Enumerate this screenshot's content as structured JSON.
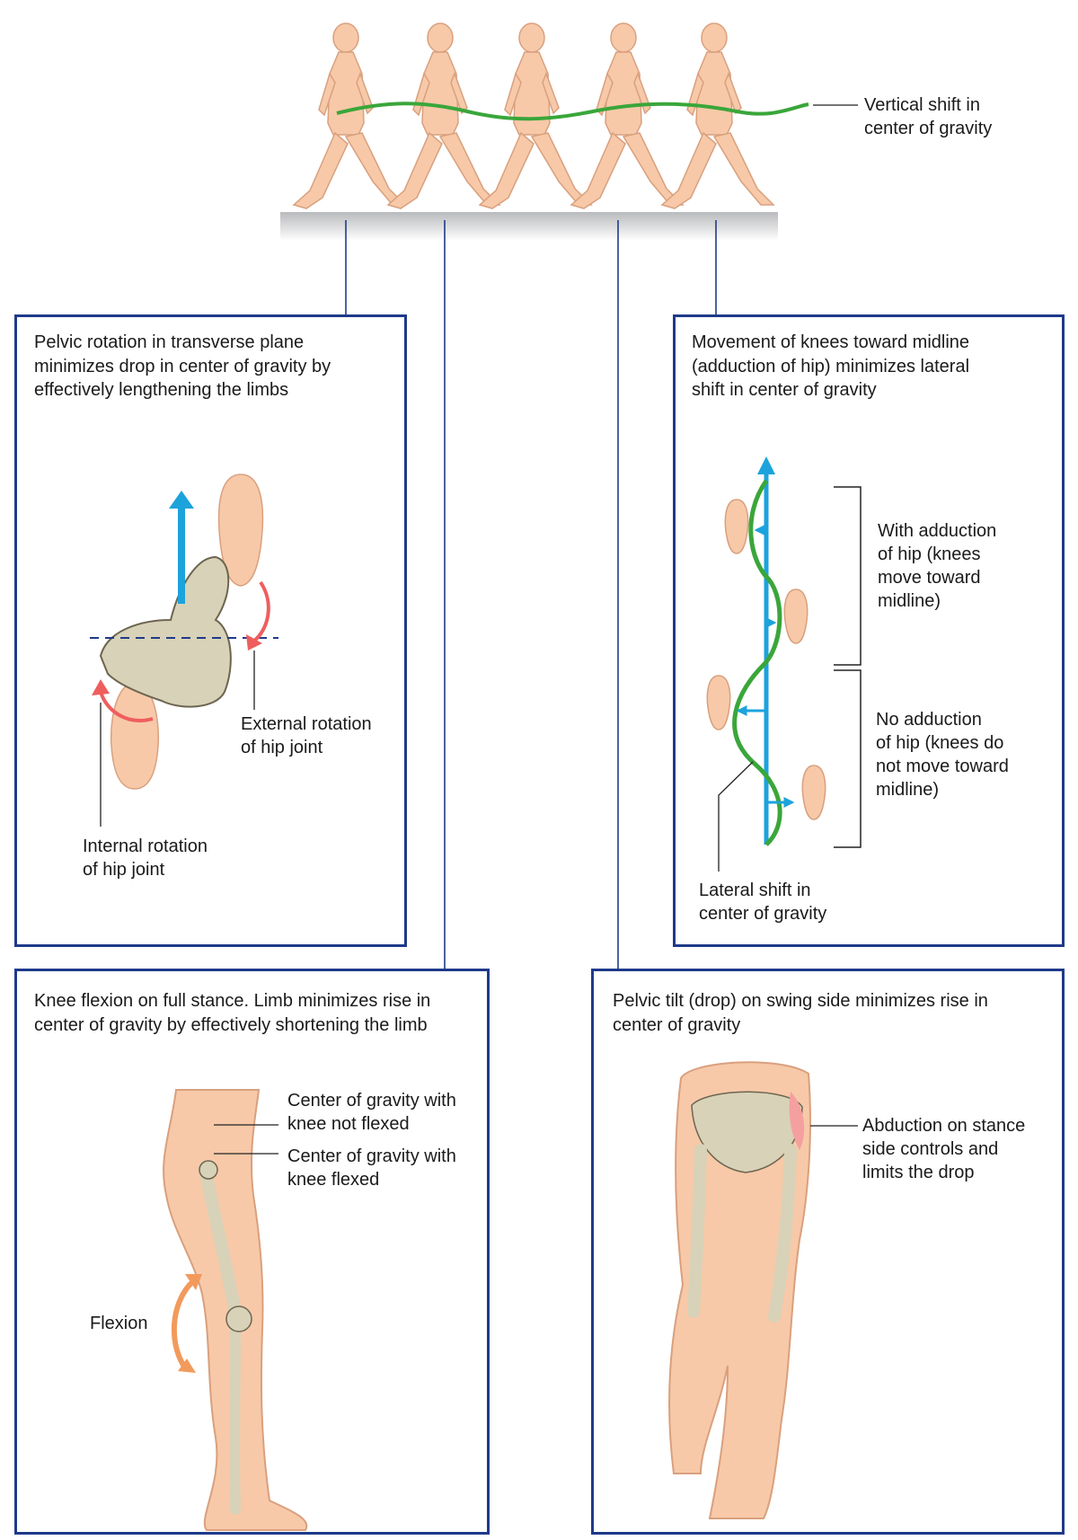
{
  "colors": {
    "panel_border": "#1f3a8a",
    "connector": "#1f3a8a",
    "skin": "#f7c9a8",
    "skin_outline": "#d9a07e",
    "center_of_gravity_line": "#3aa63a",
    "axis_arrow": "#1ca3dc",
    "rotation_arrow": "#ef5e5e",
    "flexion_arrow": "#f29a5c",
    "bone": "#d8d2b8",
    "floor": "#c9cacc"
  },
  "top": {
    "callout": "Vertical shift in\ncenter of gravity",
    "figures": [
      "walking-figure-1",
      "walking-figure-2",
      "walking-figure-3",
      "walking-figure-4",
      "walking-figure-5"
    ]
  },
  "panels": {
    "pelvic_rotation": {
      "heading": "Pelvic rotation in transverse plane\nminimizes drop in center of gravity by\neffectively lengthening the limbs",
      "external_label": "External rotation\nof hip joint",
      "internal_label": "Internal rotation\nof hip joint"
    },
    "knee_adduction": {
      "heading": "Movement of knees toward midline\n(adduction of hip) minimizes lateral\nshift in center of gravity",
      "with_adduction_label": "With adduction\nof hip (knees\nmove toward\nmidline)",
      "no_adduction_label": "No adduction\nof hip (knees do\nnot move toward\nmidline)",
      "lateral_shift_label": "Lateral shift in\ncenter of gravity"
    },
    "knee_flexion": {
      "heading": "Knee flexion on full stance. Limb minimizes rise in\ncenter of gravity by effectively shortening the limb",
      "cog_not_flexed_label": "Center of gravity with\nknee not flexed",
      "cog_flexed_label": "Center of gravity with\nknee flexed",
      "flexion_label": "Flexion"
    },
    "pelvic_tilt": {
      "heading": "Pelvic tilt (drop) on swing side minimizes rise in\ncenter of gravity",
      "abduction_label": "Abduction on stance\nside controls and\nlimits the drop"
    }
  }
}
